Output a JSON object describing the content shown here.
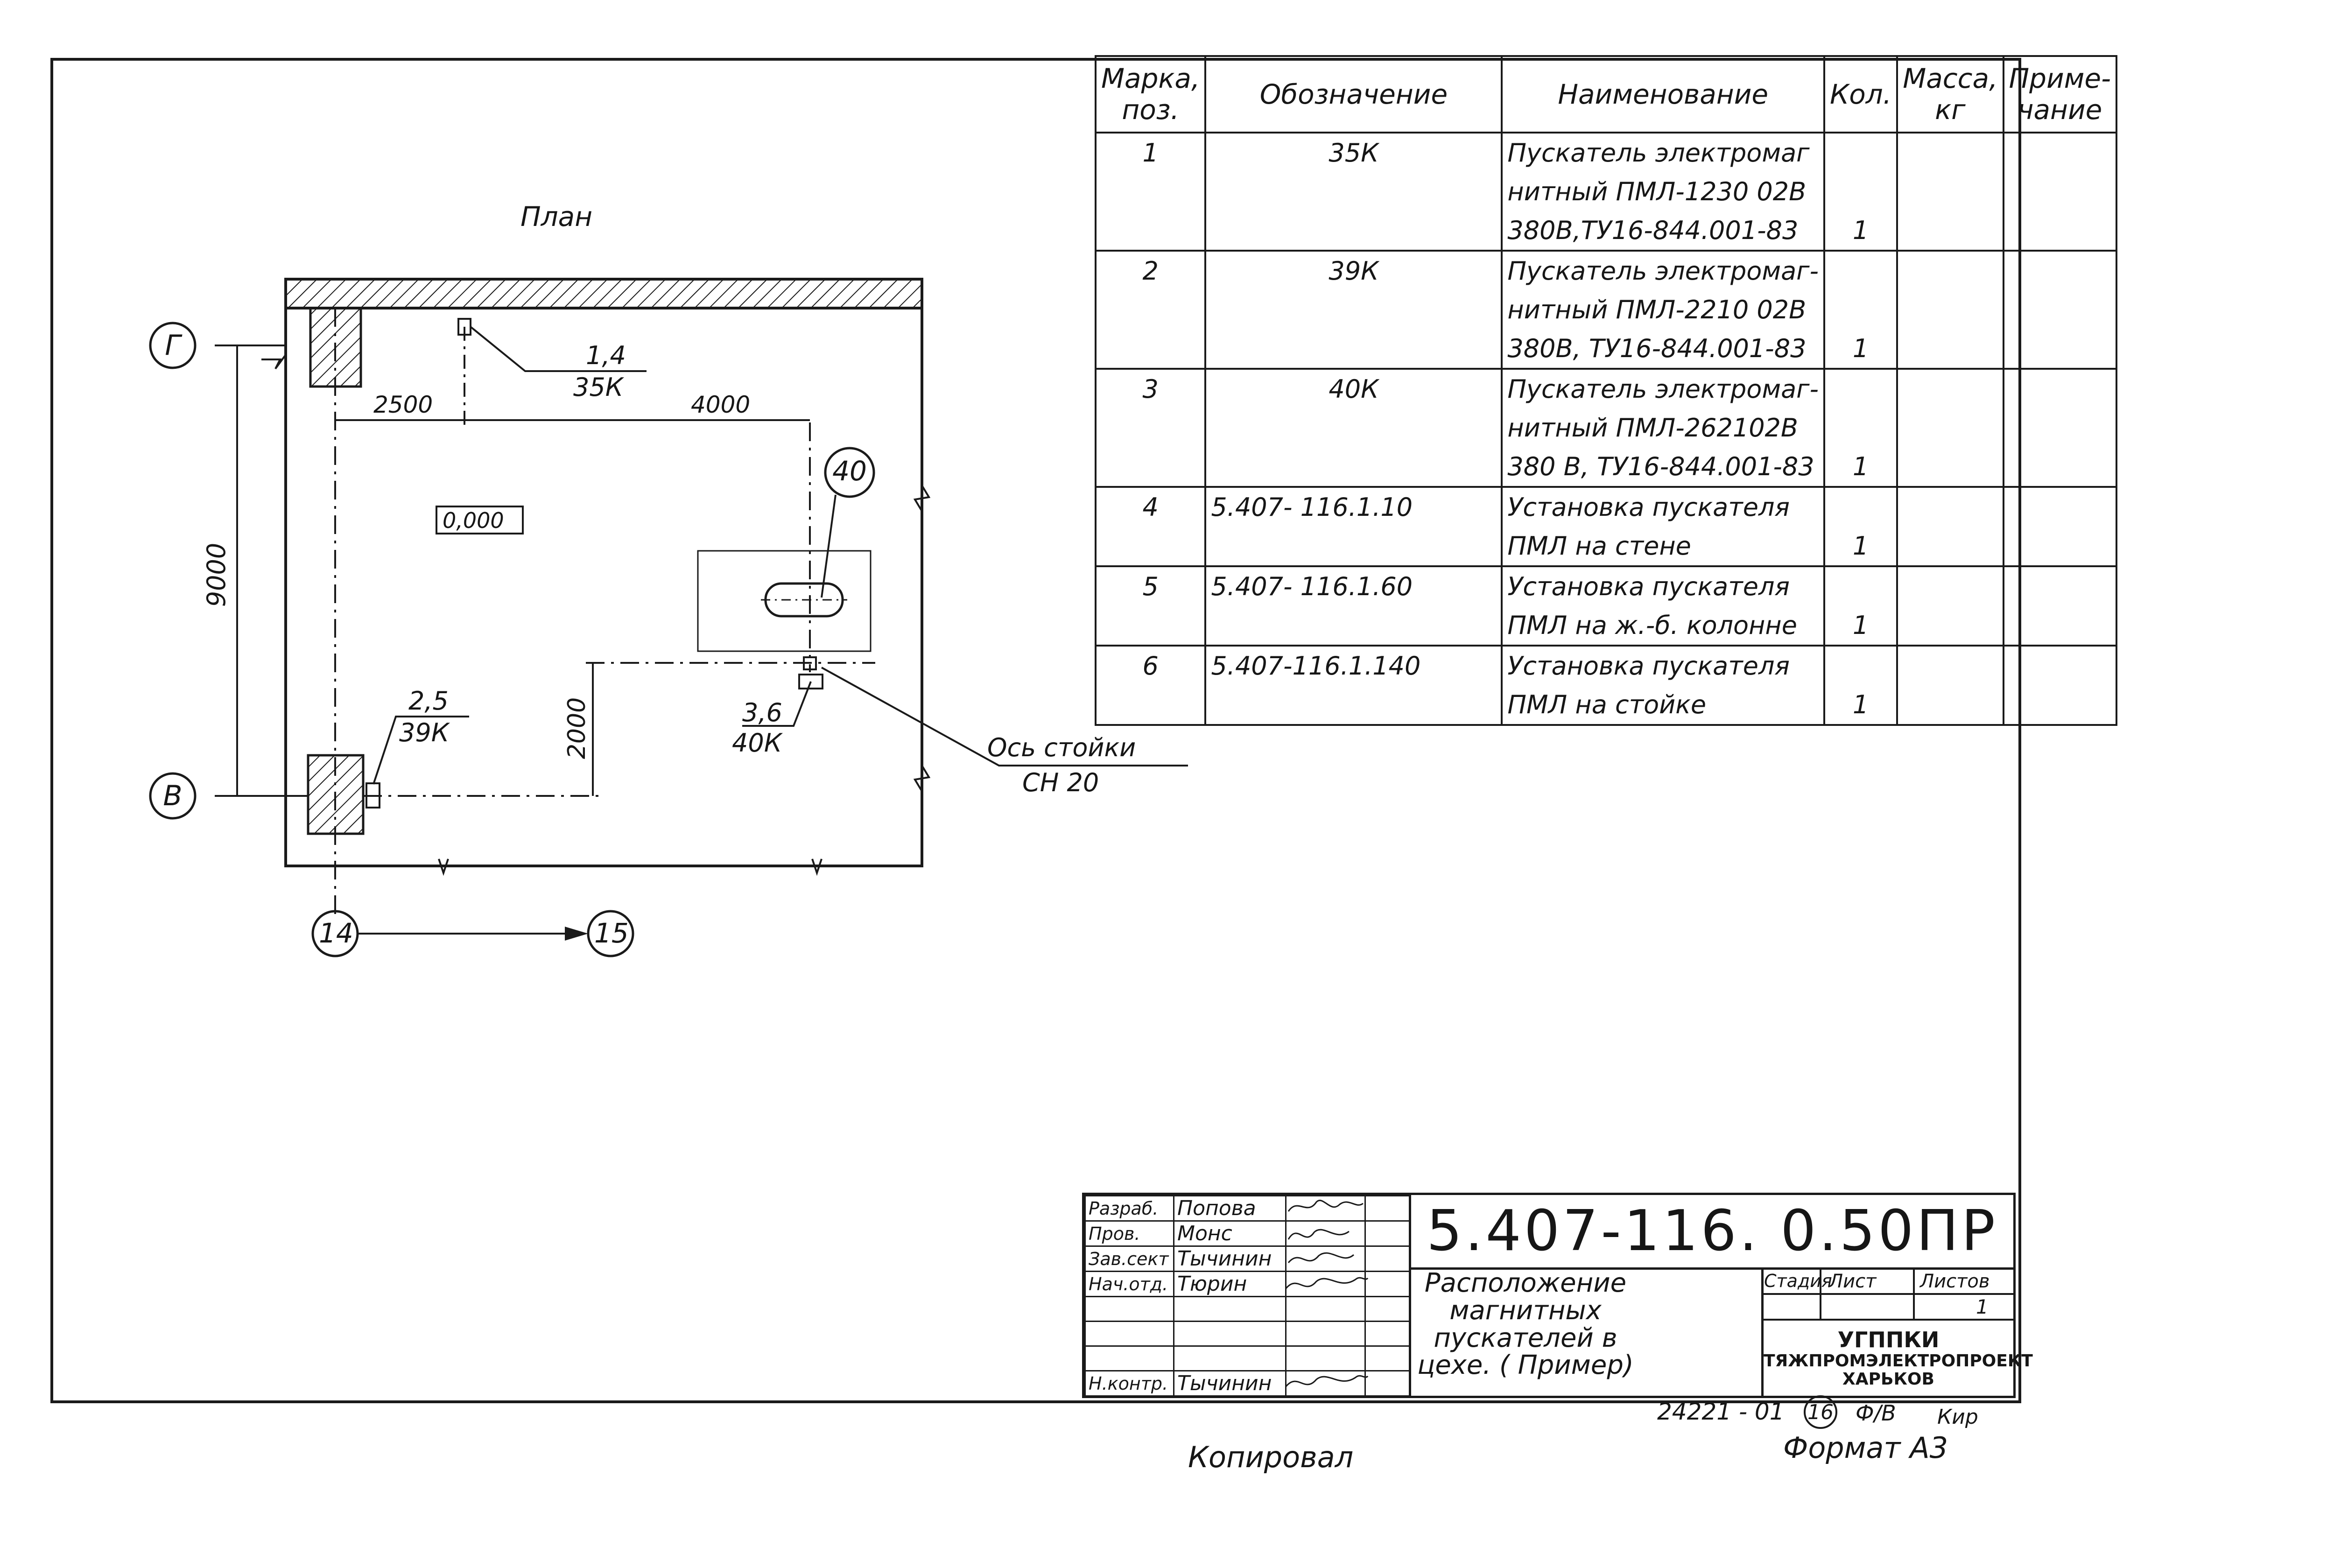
{
  "plan": {
    "title": "План",
    "axes": {
      "g": "Г",
      "v": "В",
      "a14": "14",
      "a15": "15",
      "c40": "40"
    },
    "dims": {
      "d2500": "2500",
      "d4000": "4000",
      "d9000": "9000",
      "d2000": "2000"
    },
    "level": "0,000",
    "callouts": {
      "c1_top": "1,4",
      "c1_bot": "35К",
      "c2_top": "2,5",
      "c2_bot": "39К",
      "c3_top": "3,6",
      "c3_bot": "40К"
    },
    "stand_axis_line1": "Ось стойки",
    "stand_axis_line2": "СН 20"
  },
  "spec": {
    "headers": {
      "mark": "Марка, поз.",
      "designation": "Обозначение",
      "name": "Наименование",
      "qty": "Кол.",
      "mass": "Масса, кг",
      "note": "Приме- чание"
    },
    "rows": [
      {
        "mark": "1",
        "designation": "35К",
        "name": "Пускатель электромаг",
        "qty": ""
      },
      {
        "mark": "",
        "designation": "",
        "name": "нитный ПМЛ-1230 02В",
        "qty": ""
      },
      {
        "mark": "",
        "designation": "",
        "name": "380В,ТУ16-844.001-83",
        "qty": "1"
      },
      {
        "mark": "2",
        "designation": "39К",
        "name": "Пускатель электромаг-",
        "qty": ""
      },
      {
        "mark": "",
        "designation": "",
        "name": "нитный ПМЛ-2210 02В",
        "qty": ""
      },
      {
        "mark": "",
        "designation": "",
        "name": "380В, ТУ16-844.001-83",
        "qty": "1"
      },
      {
        "mark": "3",
        "designation": "40К",
        "name": "Пускатель электромаг-",
        "qty": ""
      },
      {
        "mark": "",
        "designation": "",
        "name": "нитный ПМЛ-262102В",
        "qty": ""
      },
      {
        "mark": "",
        "designation": "",
        "name": "380 В, ТУ16-844.001-83",
        "qty": "1"
      },
      {
        "mark": "4",
        "designation": "5.407- 116.1.10",
        "name": "Установка пускателя",
        "qty": ""
      },
      {
        "mark": "",
        "designation": "",
        "name": "ПМЛ на стене",
        "qty": "1"
      },
      {
        "mark": "5",
        "designation": "5.407- 116.1.60",
        "name": "Установка пускателя",
        "qty": ""
      },
      {
        "mark": "",
        "designation": "",
        "name": "ПМЛ на ж.-б. колонне",
        "qty": "1"
      },
      {
        "mark": "6",
        "designation": "5.407-116.1.140",
        "name": "Установка пускателя",
        "qty": ""
      },
      {
        "mark": "",
        "designation": "",
        "name": "ПМЛ на стойке",
        "qty": "1"
      }
    ]
  },
  "stamp": {
    "people": [
      {
        "role": "Разраб.",
        "name": "Попова"
      },
      {
        "role": "Пров.",
        "name": "Монс"
      },
      {
        "role": "Зав.сект",
        "name": "Тычинин"
      },
      {
        "role": "Нач.отд.",
        "name": "Тюрин"
      },
      {
        "role": "",
        "name": ""
      },
      {
        "role": "",
        "name": ""
      },
      {
        "role": "",
        "name": ""
      },
      {
        "role": "Н.контр.",
        "name": "Тычинин"
      }
    ],
    "doc_code": "5.407-116. 0.50ПР",
    "title": "Расположение магнитных пускателей в цехе. ( Пример)",
    "stage_label": "Стадия",
    "sheet_label": "Лист",
    "sheets_label": "Листов",
    "sheets_value": "1",
    "org_line1": "УГППКИ",
    "org_line2": "ТЯЖПРОМЭЛЕКТРОПРОЕКТ",
    "org_line3": "ХАРЬКОВ"
  },
  "footer": {
    "inventory": "24221 - 01",
    "circled": "16",
    "mark1": "Ф/В",
    "mark2": "Кир",
    "copied": "Копировал",
    "format": "Формат А3"
  }
}
